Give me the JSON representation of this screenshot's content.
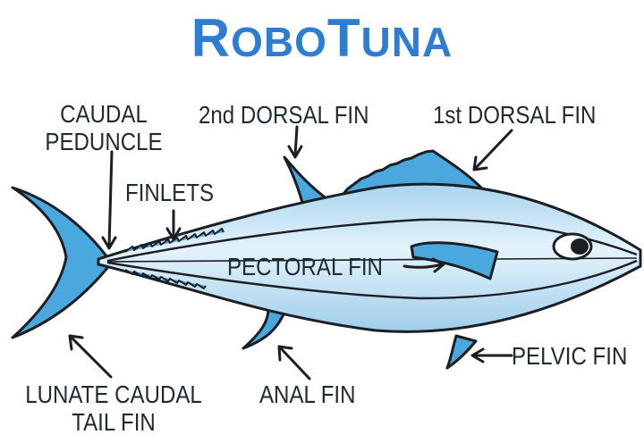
{
  "title": {
    "part1_cap": "R",
    "part1_rest": "OBO",
    "part2_cap": "T",
    "part2_rest": "UNA"
  },
  "labels": {
    "caudal_peduncle_line1": "CAUDAL",
    "caudal_peduncle_line2": "PEDUNCLE",
    "second_dorsal_fin": "2nd DORSAL FIN",
    "first_dorsal_fin": "1st DORSAL FIN",
    "finlets": "FINLETS",
    "pectoral_fin": "PECTORAL FIN",
    "lunate_tail_line1": "LUNATE CAUDAL",
    "lunate_tail_line2": "TAIL FIN",
    "anal_fin": "ANAL FIN",
    "pelvic_fin": "PELVIC FIN"
  },
  "colors": {
    "title": "#2f7dd1",
    "fin": "#4aa8de",
    "body_light": "#dff0fa",
    "body_mid": "#b9dcf0",
    "outline": "#1b1e22"
  }
}
